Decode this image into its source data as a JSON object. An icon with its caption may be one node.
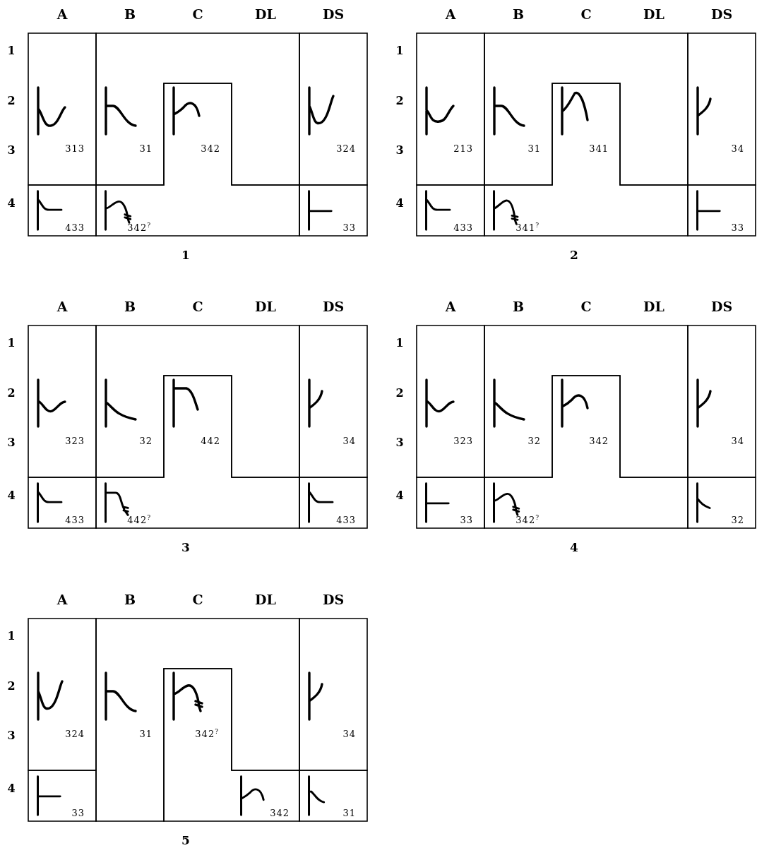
{
  "diagram": {
    "nodes": [
      {
        "text": [
          "313"
        ]
      },
      {
        "text": [
          "31"
        ]
      },
      {
        "text": [
          "342",
          "342$^{?}$"
        ]
      },
      {
        "text": [
          "324"
        ]
      },
      {
        "text": [
          "433"
        ]
      },
      {
        "text": [
          "33"
        ]
      },
      {
        "text": [
          "213"
        ]
      },
      {
        "text": [
          "31"
        ]
      },
      {
        "text": [
          "341",
          "341$^{?}$"
        ]
      },
      {
        "text": [
          "34"
        ]
      },
      {
        "text": [
          "433"
        ]
      },
      {
        "text": [
          "33"
        ]
      },
      {
        "text": [
          "323"
        ]
      },
      {
        "text": [
          "32"
        ]
      },
      {
        "text": [
          "442",
          "442$^{?}$"
        ]
      },
      {
        "text": [
          "34"
        ]
      },
      {
        "text": [
          "433"
        ]
      },
      {
        "text": [
          "433"
        ]
      },
      {
        "text": [
          "323"
        ]
      },
      {
        "text": [
          "32"
        ]
      },
      {
        "text": [
          "342",
          "342$^{?}$"
        ]
      },
      {
        "text": [
          "34"
        ]
      },
      {
        "text": [
          "33"
        ]
      },
      {
        "text": [
          "32"
        ]
      },
      {
        "text": [
          "324"
        ]
      },
      {
        "text": [
          "31"
        ]
      },
      {
        "text": [
          "342$^{?}$",
          "342"
        ]
      },
      {
        "text": [
          "34"
        ]
      },
      {
        "text": [
          "33"
        ]
      },
      {
        "text": [
          "31"
        ]
      }
    ],
    "labels": [
      "A",
      "B",
      "C",
      "DL",
      "DS",
      "1",
      "2",
      "3",
      "4",
      "1",
      "A",
      "B",
      "C",
      "DL",
      "DS",
      "1",
      "2",
      "3",
      "4",
      "2",
      "A",
      "B",
      "C",
      "DL",
      "DS",
      "1",
      "2",
      "3",
      "4",
      "3",
      "A",
      "B",
      "C",
      "DL",
      "DS",
      "1",
      "2",
      "3",
      "4",
      "4",
      "A",
      "B",
      "C",
      "DL",
      "DS",
      "1",
      "2",
      "3",
      "4",
      "5"
    ]
  }
}
